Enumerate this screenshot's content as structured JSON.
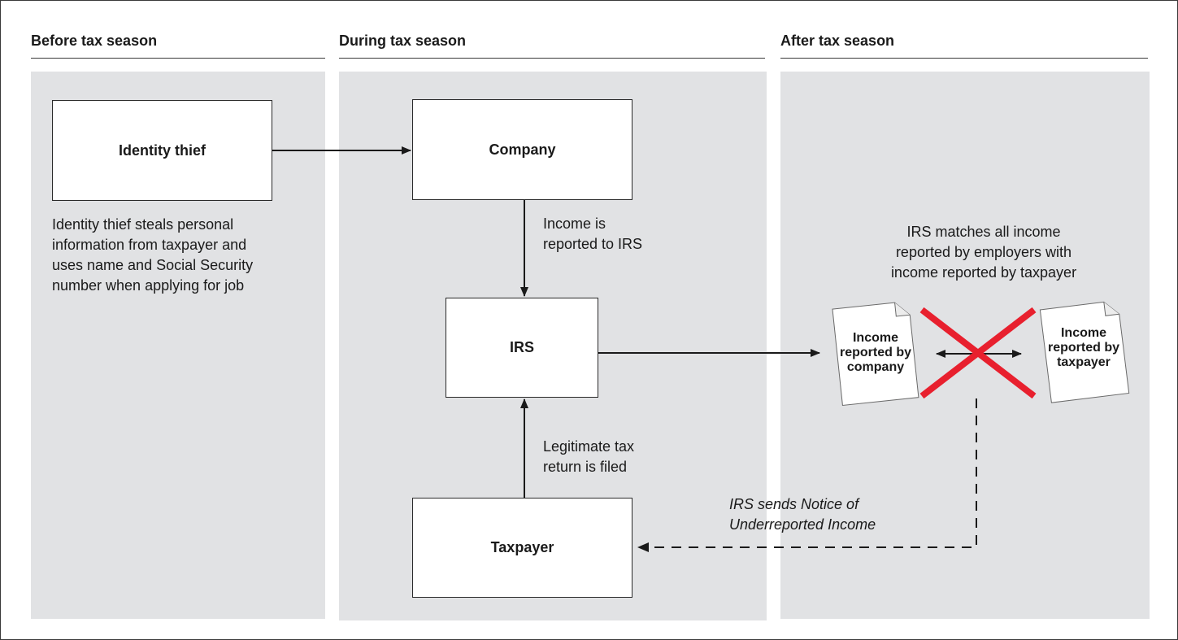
{
  "columns": {
    "before": "Before tax season",
    "during": "During tax season",
    "after": "After tax season"
  },
  "boxes": {
    "identity_thief": "Identity thief",
    "company": "Company",
    "irs": "IRS",
    "taxpayer": "Taxpayer"
  },
  "notes": {
    "thief_line1": "Identity thief steals personal",
    "thief_line2": "information from taxpayer and",
    "thief_line3": "uses name and Social Security",
    "thief_line4": "number when applying for job",
    "income_line1": "Income is",
    "income_line2": "reported to IRS",
    "legit_line1": "Legitimate tax",
    "legit_line2": "return is filed",
    "match_line1": "IRS matches all income",
    "match_line2": "reported by employers with",
    "match_line3": "income reported by taxpayer",
    "notice_line1": "IRS sends Notice of",
    "notice_line2": "Underreported Income"
  },
  "documents": {
    "company_line1": "Income",
    "company_line2": "reported by",
    "company_line3": "company",
    "taxpayer_line1": "Income",
    "taxpayer_line2": "reported by",
    "taxpayer_line3": "taxpayer"
  },
  "colors": {
    "panel": "#e1e2e4",
    "mismatch_x": "#e8202e",
    "line": "#1a1a1a"
  },
  "icons": {
    "mismatch": "red-x-mark",
    "document": "page-with-folded-corner"
  }
}
